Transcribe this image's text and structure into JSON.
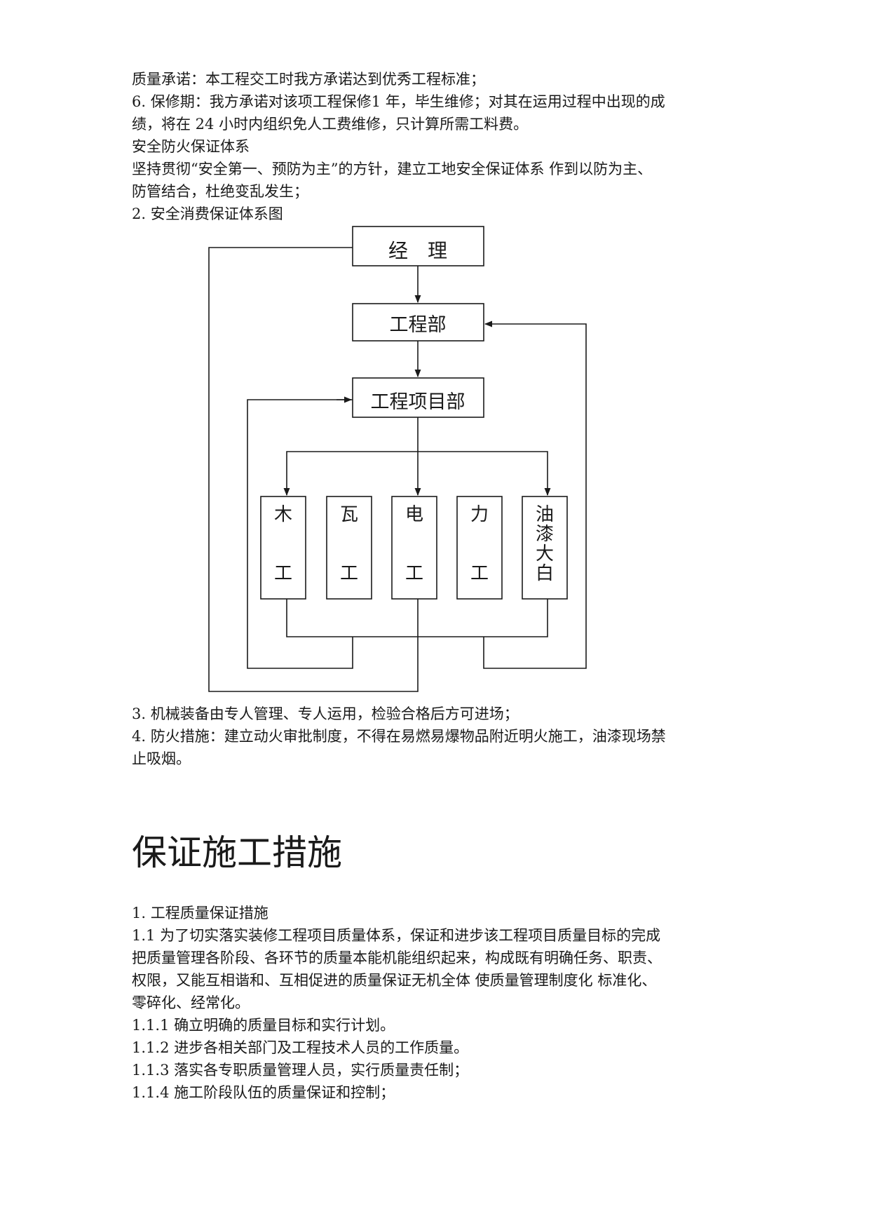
{
  "text_before": [
    "质量承诺：本工程交工时我方承诺达到优秀工程标准；",
    "6. 保修期：我方承诺对该项工程保修1 年，毕生维修；对其在运用过程中出现的成",
    "绩，将在 24 小时内组织免人工费维修，只计算所需工料费。",
    "安全防火保证体系",
    "坚持贯彻“安全第一、预防为主”的方针，建立工地安全保证体系  作到以防为主、",
    "防管结合，杜绝变乱发生；",
    "2. 安全消费保证体系图"
  ],
  "diagram": {
    "manager": "经　理",
    "engineering_dept": "工程部",
    "project_dept": "工程项目部",
    "teams": [
      {
        "chars": [
          "木",
          "工"
        ]
      },
      {
        "chars": [
          "瓦",
          "工"
        ]
      },
      {
        "chars": [
          "电",
          "工"
        ]
      },
      {
        "chars": [
          "力",
          "工"
        ]
      },
      {
        "chars": [
          "油",
          "漆",
          "大",
          "白"
        ]
      }
    ]
  },
  "text_after": [
    "3. 机械装备由专人管理、专人运用，检验合格后方可进场；",
    "4. 防火措施：建立动火审批制度，不得在易燃易爆物品附近明火施工，油漆现场禁",
    "止吸烟。"
  ],
  "section_title": "保证施工措施",
  "text_section": [
    "1. 工程质量保证措施",
    "1.1  为了切实落实装修工程项目质量体系，保证和进步该工程项目质量目标的完成",
    "把质量管理各阶段、各环节的质量本能机能组织起来，构成既有明确任务、职责、",
    "权限，又能互相谐和、互相促进的质量保证无机全体  使质量管理制度化  标准化、",
    "零碎化、经常化。",
    "1.1.1  确立明确的质量目标和实行计划。",
    "1.1.2  进步各相关部门及工程技术人员的工作质量。",
    "1.1.3  落实各专职质量管理人员，实行质量责任制；",
    "1.1.4 施工阶段队伍的质量保证和控制；"
  ]
}
